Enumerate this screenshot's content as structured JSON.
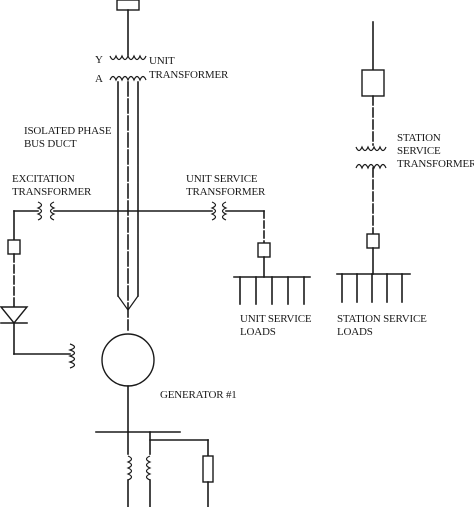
{
  "labels": {
    "winding_y": "Y",
    "winding_a": "A",
    "unit_transformer": [
      "UNIT",
      "TRANSFORMER"
    ],
    "isolated_phase_bus_duct": [
      "ISOLATED PHASE",
      "BUS DUCT"
    ],
    "excitation_transformer": [
      "EXCITATION",
      "TRANSFORMER"
    ],
    "unit_service_transformer": [
      "UNIT SERVICE",
      "TRANSFORMER"
    ],
    "station_service_transformer": [
      "STATION",
      "SERVICE",
      "TRANSFORMER"
    ],
    "unit_service_loads": [
      "UNIT SERVICE",
      "LOADS"
    ],
    "station_service_loads": [
      "STATION SERVICE",
      "LOADS"
    ],
    "generator": "GENERATOR #1"
  }
}
